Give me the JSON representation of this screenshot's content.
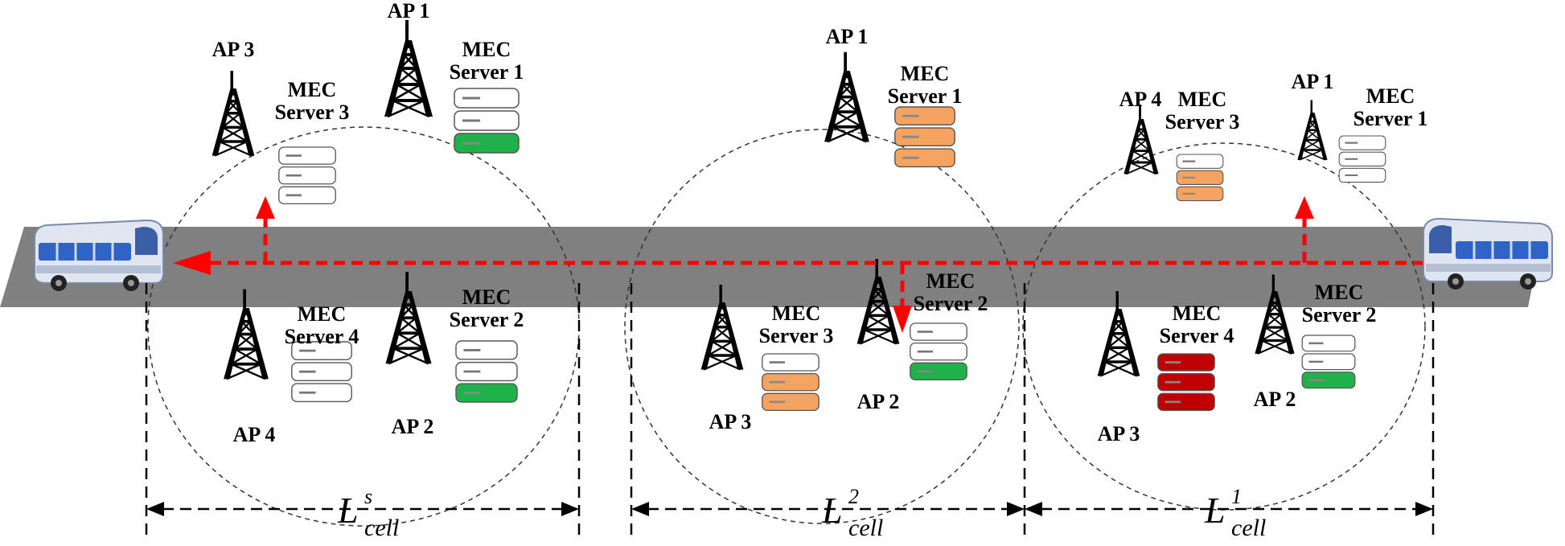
{
  "colors": {
    "road": "#808080",
    "route": "#ff0000",
    "server_idle": "#ffffff",
    "server_green": "#1fb24a",
    "server_orange": "#f4a460",
    "server_red": "#c00000",
    "cell_boundary": "#333333"
  },
  "icons": [
    "bus-icon",
    "antenna-tower-icon",
    "server-rack-icon",
    "arrow-icon"
  ],
  "cells": [
    {
      "id": "cell-s",
      "length_label": {
        "main": "L",
        "sup": "s",
        "sub": "cell"
      },
      "access_points": [
        {
          "label": "AP 1",
          "server_label": [
            "MEC",
            "Server 1"
          ],
          "slots": [
            "idle",
            "idle",
            "green"
          ]
        },
        {
          "label": "AP 3",
          "server_label": [
            "MEC",
            "Server 3"
          ],
          "slots": [
            "idle",
            "idle",
            "idle"
          ]
        },
        {
          "label": "AP 4",
          "server_label": [
            "MEC",
            "Server 4"
          ],
          "slots": [
            "idle",
            "idle",
            "idle"
          ]
        },
        {
          "label": "AP 2",
          "server_label": [
            "MEC",
            "Server 2"
          ],
          "slots": [
            "idle",
            "idle",
            "green"
          ]
        }
      ]
    },
    {
      "id": "cell-2",
      "length_label": {
        "main": "L",
        "sup": "2",
        "sub": "cell"
      },
      "access_points": [
        {
          "label": "AP 1",
          "server_label": [
            "MEC",
            "Server 1"
          ],
          "slots": [
            "orange",
            "orange",
            "orange"
          ]
        },
        {
          "label": "AP 3",
          "server_label": [
            "MEC",
            "Server 3"
          ],
          "slots": [
            "idle",
            "orange",
            "orange"
          ]
        },
        {
          "label": "AP 2",
          "server_label": [
            "MEC",
            "Server 2"
          ],
          "slots": [
            "idle",
            "idle",
            "green"
          ]
        }
      ]
    },
    {
      "id": "cell-1",
      "length_label": {
        "main": "L",
        "sup": "1",
        "sub": "cell"
      },
      "access_points": [
        {
          "label": "AP 4",
          "server_label": [
            "MEC",
            "Server 3"
          ],
          "slots": [
            "idle",
            "orange",
            "orange"
          ]
        },
        {
          "label": "AP 1",
          "server_label": [
            "MEC",
            "Server 1"
          ],
          "slots": [
            "idle",
            "idle",
            "idle"
          ]
        },
        {
          "label": "AP 3",
          "server_label": [
            "MEC",
            "Server 4"
          ],
          "slots": [
            "red",
            "red",
            "red"
          ]
        },
        {
          "label": "AP 2",
          "server_label": [
            "MEC",
            "Server 2"
          ],
          "slots": [
            "idle",
            "idle",
            "green"
          ]
        }
      ]
    }
  ]
}
